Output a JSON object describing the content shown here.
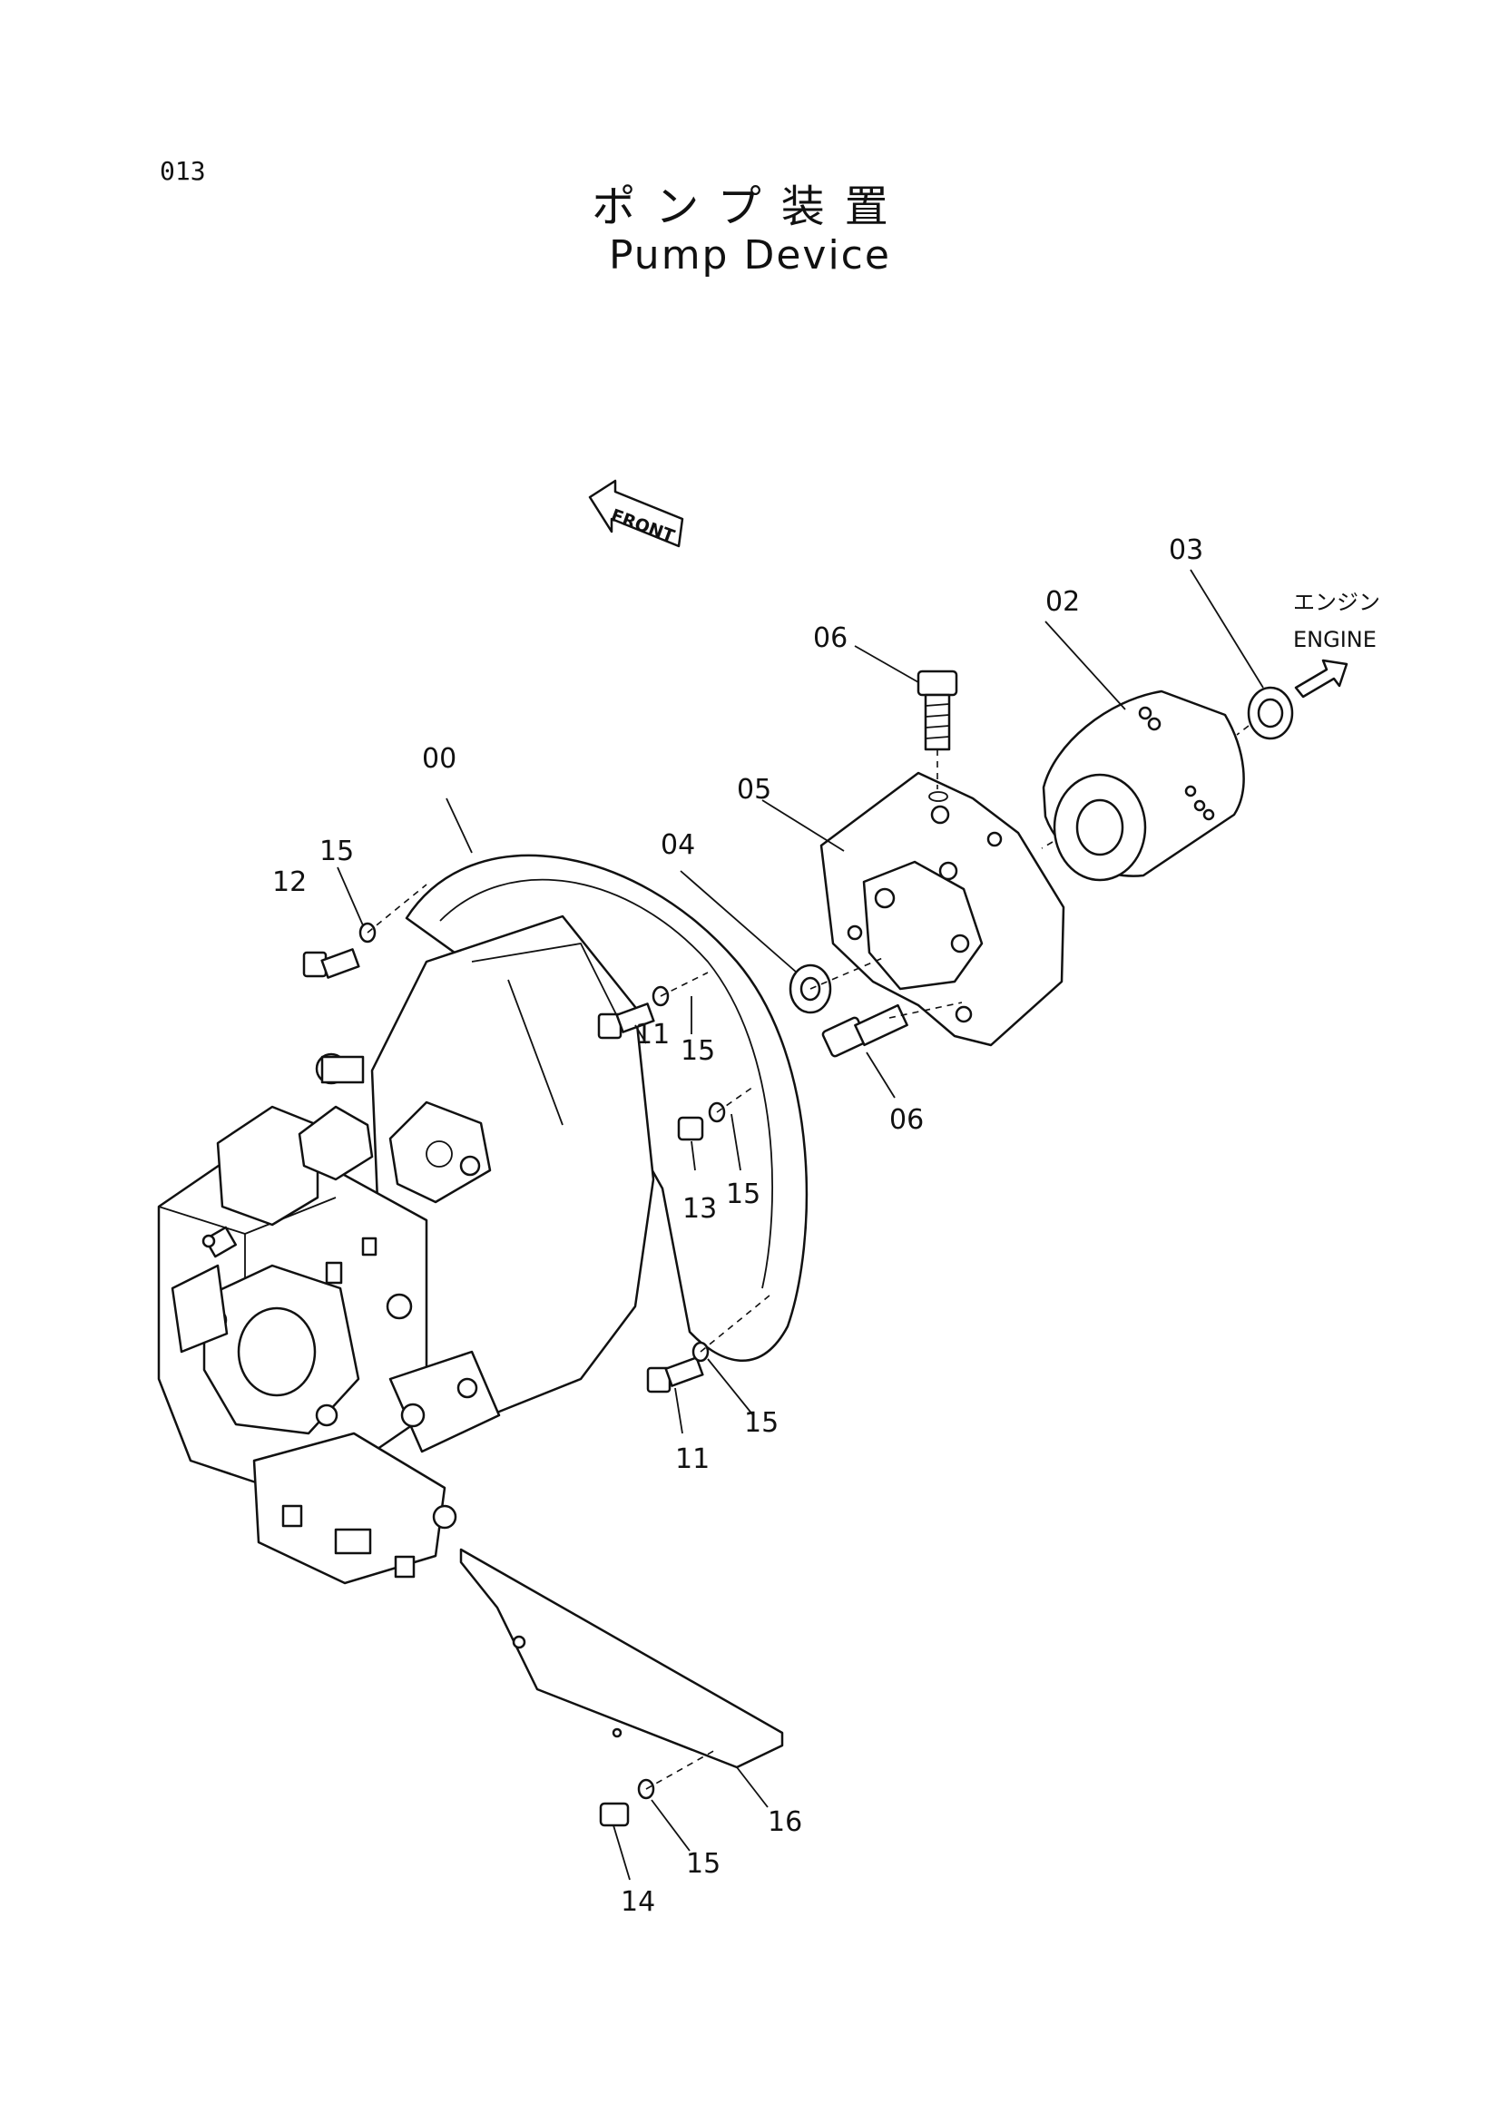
{
  "page": {
    "number": "013",
    "title_jp": "ポンプ装置",
    "title_en": "Pump Device"
  },
  "front_marker": {
    "label": "FRONT"
  },
  "engine_marker": {
    "label_jp": "エンジン",
    "label_en": "ENGINE"
  },
  "callouts": {
    "c00": "00",
    "c02": "02",
    "c03": "03",
    "c04": "04",
    "c05": "05",
    "c06a": "06",
    "c06b": "06",
    "c11a": "11",
    "c11b": "11",
    "c12": "12",
    "c13": "13",
    "c14": "14",
    "c15a": "15",
    "c15b": "15",
    "c15c": "15",
    "c15d": "15",
    "c15e": "15",
    "c16": "16"
  }
}
